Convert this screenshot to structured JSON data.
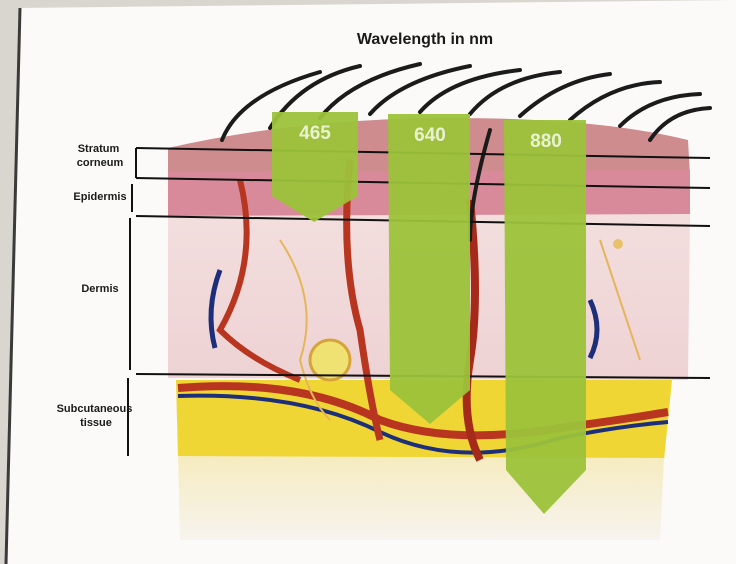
{
  "title": "Wavelength in nm",
  "layers": [
    {
      "id": "stratum",
      "lines": [
        "Stratum",
        "corneum"
      ]
    },
    {
      "id": "epidermis",
      "lines": [
        "Epidermis"
      ]
    },
    {
      "id": "dermis",
      "lines": [
        "Dermis"
      ]
    },
    {
      "id": "subcutaneous",
      "lines": [
        "Subcutaneous",
        "tissue"
      ]
    }
  ],
  "wavelengths": [
    {
      "label": "465",
      "color": "#9cc23a"
    },
    {
      "label": "640",
      "color": "#9cc23a"
    },
    {
      "label": "880",
      "color": "#9cc23a"
    }
  ],
  "colors": {
    "skin_top": "#c9868a",
    "epidermis": "#d88a97",
    "dermis": "#f1d6d6",
    "fat": "#f1d93a",
    "vessel_red": "#b8351f",
    "vessel_blue": "#1d2f7a",
    "hair": "#1b1b1b"
  }
}
